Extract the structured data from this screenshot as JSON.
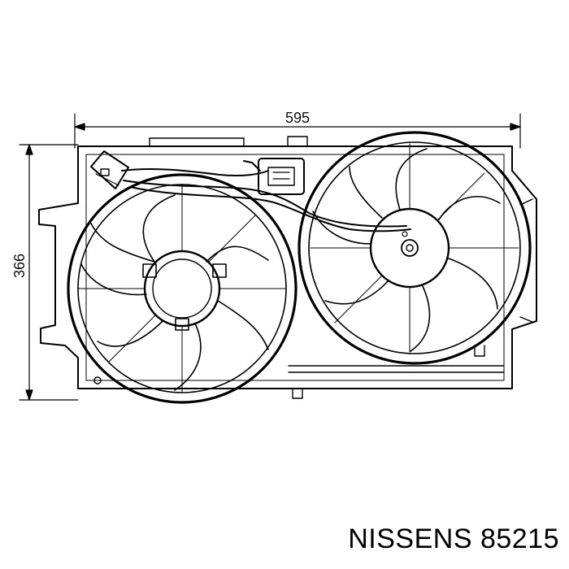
{
  "dimensions": {
    "width_label": "595",
    "height_label": "366"
  },
  "caption": "NISSENS 85215"
}
